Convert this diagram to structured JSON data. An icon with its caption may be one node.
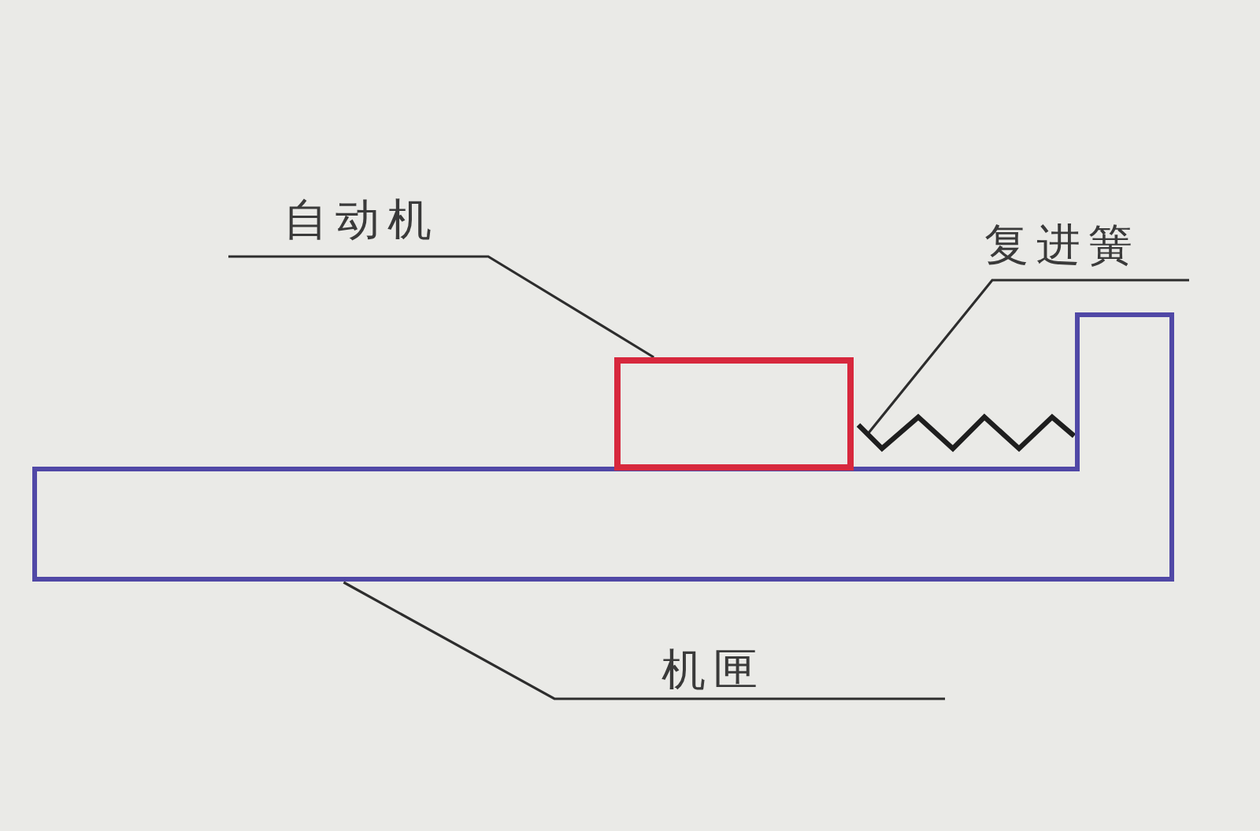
{
  "diagram": {
    "nodes": [
      {
        "text": [
          "自动机"
        ]
      },
      {
        "text": [],
        "shape": "box"
      },
      {
        "text": [
          "复进簧"
        ]
      },
      {
        "text": [],
        "shape": "spring"
      },
      {
        "text": [
          "机匣"
        ]
      },
      {
        "text": [],
        "shape": "box"
      }
    ],
    "edges": [
      {
        "from": 0,
        "to": 1,
        "arrow": "none"
      },
      {
        "from": 2,
        "to": 3,
        "arrow": "none"
      },
      {
        "from": 4,
        "to": 5,
        "arrow": "none"
      }
    ]
  }
}
